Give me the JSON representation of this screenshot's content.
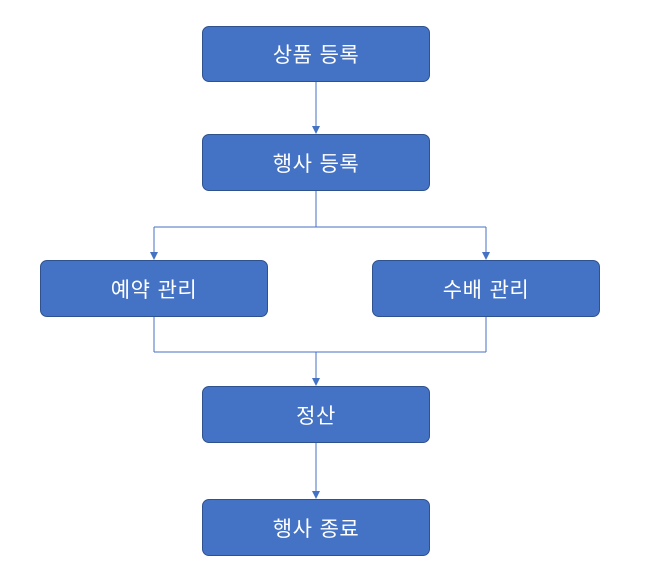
{
  "diagram": {
    "type": "flowchart",
    "nodes": [
      {
        "id": "n1",
        "label": "상품 등록"
      },
      {
        "id": "n2",
        "label": "행사 등록"
      },
      {
        "id": "n3",
        "label": "예약 관리"
      },
      {
        "id": "n4",
        "label": "수배 관리"
      },
      {
        "id": "n5",
        "label": "정산"
      },
      {
        "id": "n6",
        "label": "행사 종료"
      }
    ],
    "edges": [
      {
        "from": "상품 등록",
        "to": "행사 등록"
      },
      {
        "from": "행사 등록",
        "to": "예약 관리"
      },
      {
        "from": "행사 등록",
        "to": "수배 관리"
      },
      {
        "from": "예약 관리",
        "to": "정산"
      },
      {
        "from": "수배 관리",
        "to": "정산"
      },
      {
        "from": "정산",
        "to": "행사 종료"
      }
    ],
    "colors": {
      "node_fill": "#4472c4",
      "node_border": "#2f528f",
      "node_text": "#ffffff",
      "connector": "#4472c4"
    }
  }
}
